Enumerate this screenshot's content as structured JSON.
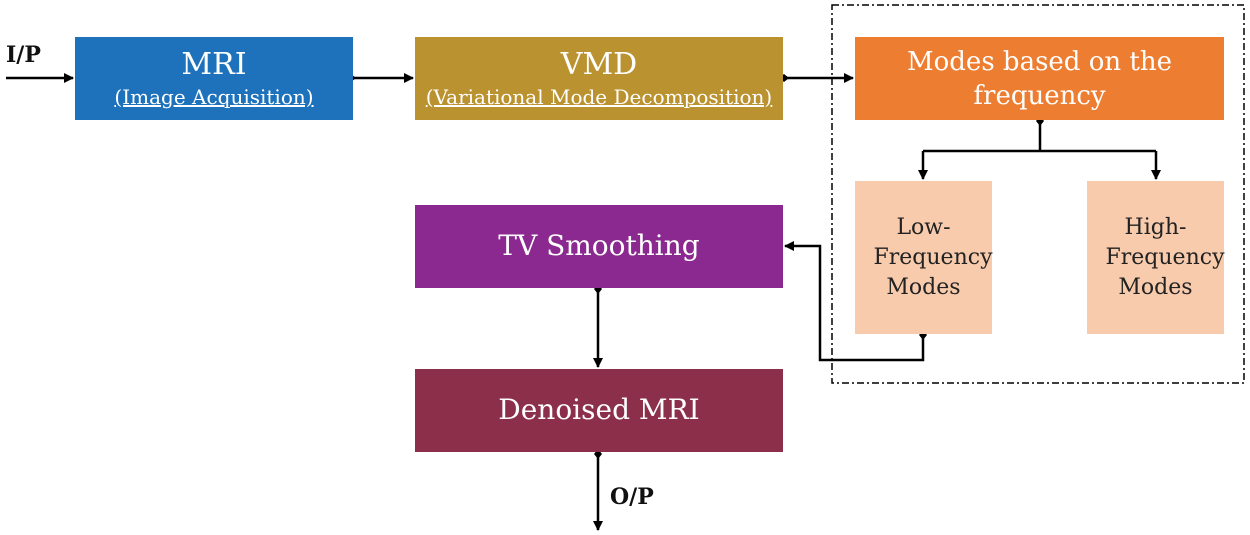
{
  "input_label": "I/P",
  "output_label": "O/P",
  "mri": {
    "title": "MRI",
    "subtitle": "(Image Acquisition)"
  },
  "vmd": {
    "title": "VMD",
    "subtitle": "(Variational Mode Decomposition)"
  },
  "modes": {
    "title": "Modes based on the frequency"
  },
  "low_frequency": {
    "label": "Low-Frequency Modes"
  },
  "high_frequency": {
    "label": "High-Frequency Modes"
  },
  "tv_smoothing": {
    "title": "TV Smoothing"
  },
  "denoised": {
    "title": "Denoised MRI"
  },
  "colors": {
    "mri": "#1e72bb",
    "vmd": "#bb9230",
    "modes": "#ed7d31",
    "frequency_modes": "#f8cbad",
    "tv_smoothing": "#8b2990",
    "denoised": "#8b2f4a"
  }
}
